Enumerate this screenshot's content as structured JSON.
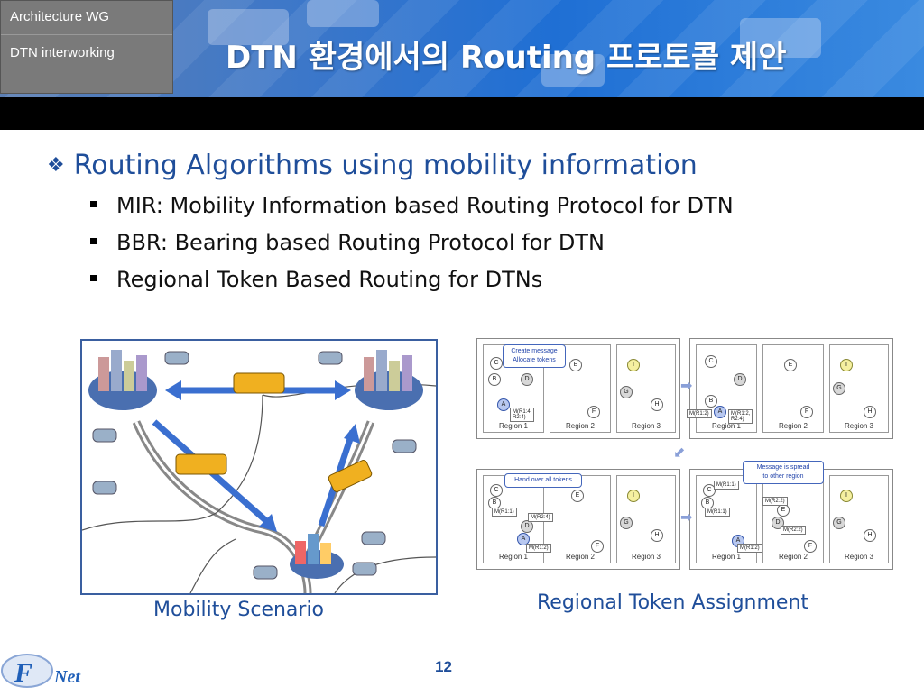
{
  "header": {
    "wg_label": "Architecture WG",
    "sub_label": "DTN interworking",
    "title": "DTN 환경에서의 Routing 프로토콜 제안"
  },
  "content": {
    "main_bullet": "Routing Algorithms using mobility information",
    "sub_bullets": [
      "MIR: Mobility Information based Routing Protocol for DTN",
      "BBR: Bearing based Routing Protocol for DTN",
      "Regional Token Based Routing for DTNs"
    ]
  },
  "figures": {
    "left_caption": "Mobility Scenario",
    "right_caption": "Regional Token Assignment",
    "panels": {
      "region1": "Region 1",
      "region2": "Region 2",
      "region3": "Region 3",
      "callout1": "Create message\nAllocate tokens",
      "callout2": "Hand over all tokens",
      "callout3": "Message is spread\nto other region",
      "tag_a1": "M(R1:4,\nR2:4)",
      "tag_b1": "M(R1:2)",
      "tag_b2": "M(R1:2,\nR2:4)",
      "tag_c1": "M(R1:1)",
      "tag_c2": "M(R2:4)",
      "tag_c3": "M(R1:2)",
      "tag_d1": "M(R1:1)",
      "tag_d2": "M(R1:1)",
      "tag_d3": "M(R2:2)",
      "tag_d4": "M(R2:2)",
      "tag_d5": "M(R1:2)"
    }
  },
  "footer": {
    "page_number": "12",
    "logo_text": "Net",
    "logo_letter": "F"
  },
  "colors": {
    "accent": "#1f4e9a",
    "header_blue": "#1f6fd4",
    "band": "#000000"
  }
}
